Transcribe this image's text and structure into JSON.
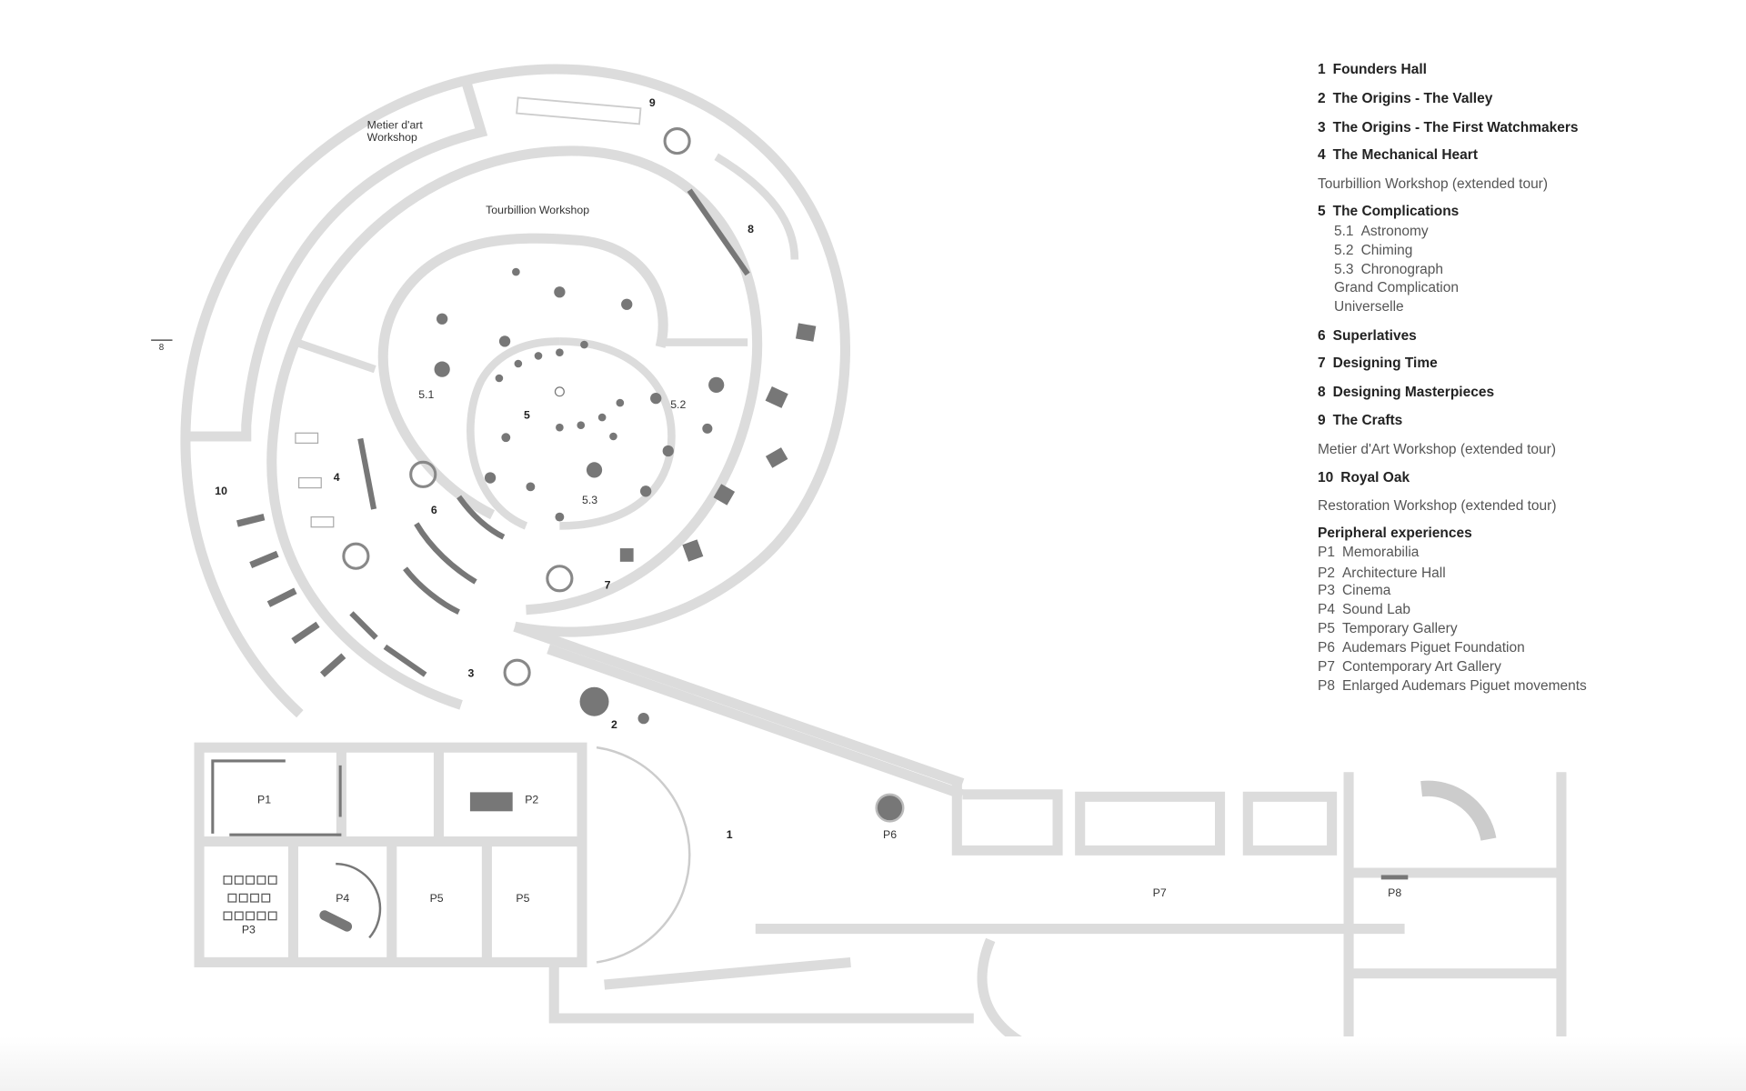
{
  "legend": {
    "items": [
      {
        "num": "1",
        "label": "Founders Hall"
      },
      {
        "num": "2",
        "label": "The Origins - The Valley"
      },
      {
        "num": "3",
        "label": "The Origins - The First Watchmakers"
      },
      {
        "num": "4",
        "label": "The Mechanical Heart"
      },
      {
        "num": "",
        "label": "Tourbillion Workshop (extended tour)"
      },
      {
        "num": "5",
        "label": "The Complications"
      },
      {
        "num": "5.1",
        "label": "Astronomy"
      },
      {
        "num": "5.2",
        "label": "Chiming"
      },
      {
        "num": "5.3",
        "label": "Chronograph"
      },
      {
        "num": "",
        "label": "Grand Complication"
      },
      {
        "num": "",
        "label": "Universelle"
      },
      {
        "num": "6",
        "label": "Superlatives"
      },
      {
        "num": "7",
        "label": "Designing Time"
      },
      {
        "num": "8",
        "label": "Designing Masterpieces"
      },
      {
        "num": "9",
        "label": "The Crafts"
      },
      {
        "num": "",
        "label": "Metier d'Art Workshop (extended tour)"
      },
      {
        "num": "10",
        "label": "Royal Oak"
      },
      {
        "num": "",
        "label": "Restoration Workshop (extended tour)"
      }
    ],
    "peripheral_title": "Peripheral experiences",
    "peripheral": [
      {
        "num": "P1",
        "label": "Memorabilia"
      },
      {
        "num": "P2",
        "label": "Architecture Hall"
      },
      {
        "num": "P3",
        "label": "Cinema"
      },
      {
        "num": "P4",
        "label": "Sound Lab"
      },
      {
        "num": "P5",
        "label": "Temporary Gallery"
      },
      {
        "num": "P6",
        "label": "Audemars Piguet Foundation"
      },
      {
        "num": "P7",
        "label": "Contemporary Art Gallery"
      },
      {
        "num": "P8",
        "label": "Enlarged Audemars Piguet movements"
      }
    ]
  },
  "map": {
    "metier_label_1": "Metier d'art",
    "metier_label_2": "Workshop",
    "tourbillion_label": "Tourbillion Workshop",
    "labels": {
      "n1": "1",
      "n2": "2",
      "n3": "3",
      "n4": "4",
      "n5": "5",
      "n6": "6",
      "n7": "7",
      "n8": "8",
      "n9": "9",
      "n10": "10",
      "s51": "5.1",
      "s52": "5.2",
      "s53": "5.3",
      "side8": "8",
      "p1": "P1",
      "p2": "P2",
      "p3": "P3",
      "p4": "P4",
      "p5a": "P5",
      "p5b": "P5",
      "p6": "P6",
      "p7": "P7",
      "p8": "P8"
    }
  }
}
